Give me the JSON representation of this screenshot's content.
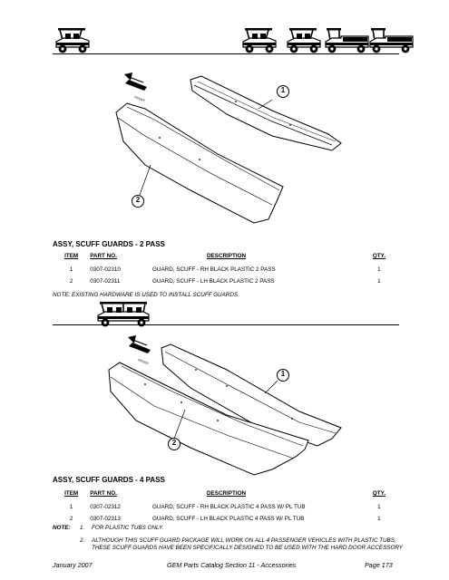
{
  "section1": {
    "title": "ASSY, SCUFF GUARDS - 2 PASS",
    "headers": {
      "item": "ITEM",
      "part_no": "PART NO.",
      "description": "DESCRIPTION",
      "qty": "QTY."
    },
    "rows": [
      {
        "item": "1",
        "part_no": "0307-02310",
        "description": "GUARD, SCUFF - RH BLACK PLASTIC 2 PASS",
        "qty": "1"
      },
      {
        "item": "2",
        "part_no": "0307-02311",
        "description": "GUARD, SCUFF - LH BLACK PLASTIC 2 PASS",
        "qty": "1"
      }
    ],
    "note": "NOTE: EXISTING HARDWARE IS USED TO INSTALL SCUFF GUARDS",
    "callouts": [
      "1",
      "2"
    ]
  },
  "section2": {
    "title": "ASSY, SCUFF GUARDS - 4 PASS",
    "headers": {
      "item": "ITEM",
      "part_no": "PART NO.",
      "description": "DESCRIPTION",
      "qty": "QTY."
    },
    "rows": [
      {
        "item": "1",
        "part_no": "0307-02312",
        "description": "GUARD, SCUFF - RH BLACK PLASTIC 4 PASS W/ PL TUB",
        "qty": "1"
      },
      {
        "item": "2",
        "part_no": "0307-02313",
        "description": "GUARD, SCUFF - LH BLACK PLASTIC 4 PASS W/ PL TUB",
        "qty": "1"
      }
    ],
    "note_label": "NOTE:",
    "notes": [
      {
        "num": "1.",
        "text": "FOR PLASTIC TUBS ONLY."
      },
      {
        "num": "2.",
        "text": "ALTHOUGH THIS SCUFF GUARD PACKAGE WILL WORK ON ALL 4 PASSENGER VEHICLES WITH PLASTIC TUBS, THESE SCUFF GUARDS HAVE BEEN SPECIFICALLY DESIGNED TO BE USED WITH THE HARD DOOR ACCESSORY"
      }
    ],
    "callouts": [
      "1",
      "2"
    ]
  },
  "diagram_labels": {
    "front": "FRONT"
  },
  "footer": {
    "date": "January 2007",
    "center": "GEM Parts Catalog Section 11 - Accessories",
    "page": "Page 173"
  },
  "icons": [
    "vehicle-2-pass-icon",
    "vehicle-4-pass-icon",
    "vehicle-es-icon",
    "vehicle-el-truck-icon",
    "vehicle-elxd-icon"
  ]
}
